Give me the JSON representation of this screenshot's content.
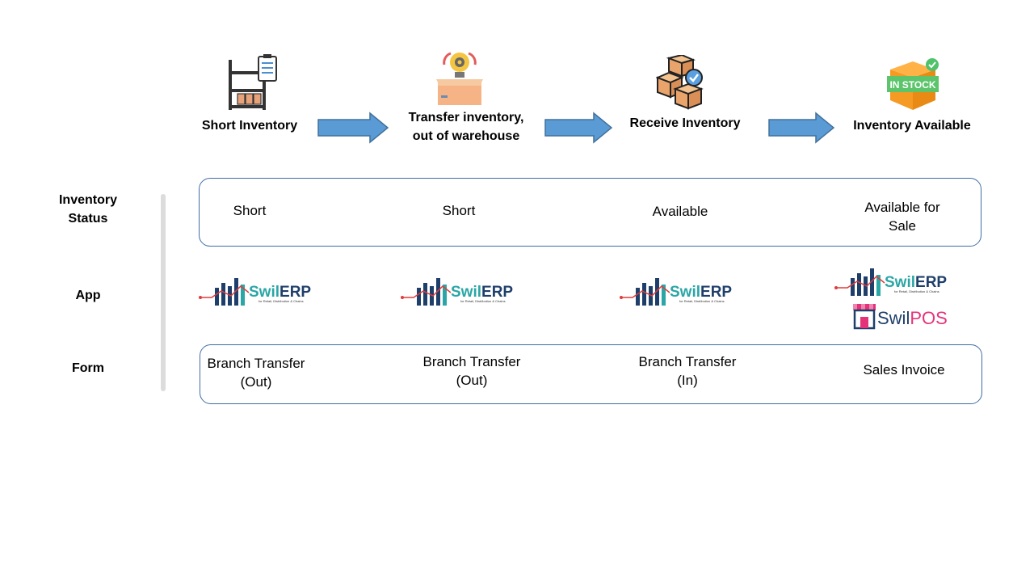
{
  "stages": [
    {
      "title_lines": [
        "Short Inventory"
      ],
      "icon": "warehouse-shelf-clipboard-icon"
    },
    {
      "title_lines": [
        "Transfer inventory,",
        "out of warehouse"
      ],
      "icon": "box-transfer-gear-icon"
    },
    {
      "title_lines": [
        "Receive Inventory"
      ],
      "icon": "stacked-boxes-check-icon"
    },
    {
      "title_lines": [
        "Inventory Available"
      ],
      "icon": "in-stock-box-icon",
      "icon_text": "IN STOCK"
    }
  ],
  "rows": {
    "status": {
      "label_lines": [
        "Inventory",
        "Status"
      ]
    },
    "app": {
      "label_lines": [
        "App"
      ]
    },
    "form": {
      "label_lines": [
        "Form"
      ]
    }
  },
  "status_cells": [
    {
      "lines": [
        "Short"
      ]
    },
    {
      "lines": [
        "Short"
      ]
    },
    {
      "lines": [
        "Available"
      ]
    },
    {
      "lines": [
        "Available for",
        "Sale"
      ]
    }
  ],
  "app_logos": {
    "erp_name": "SwilERP",
    "erp_tagline": "for Retail, Distribution & Chains",
    "pos_name": "SwilPOS"
  },
  "form_cells": [
    {
      "lines": [
        "Branch Transfer",
        "(Out)"
      ]
    },
    {
      "lines": [
        "Branch Transfer",
        "(Out)"
      ]
    },
    {
      "lines": [
        "Branch Transfer",
        "(In)"
      ]
    },
    {
      "lines": [
        "Sales Invoice"
      ]
    }
  ],
  "colors": {
    "arrow_fill": "#5b9bd5",
    "arrow_stroke": "#41719c",
    "box_border": "#3f6ea6",
    "erp_teal": "#2aa6a6",
    "erp_navy": "#1f3f6b",
    "pos_pink": "#e5337a"
  }
}
